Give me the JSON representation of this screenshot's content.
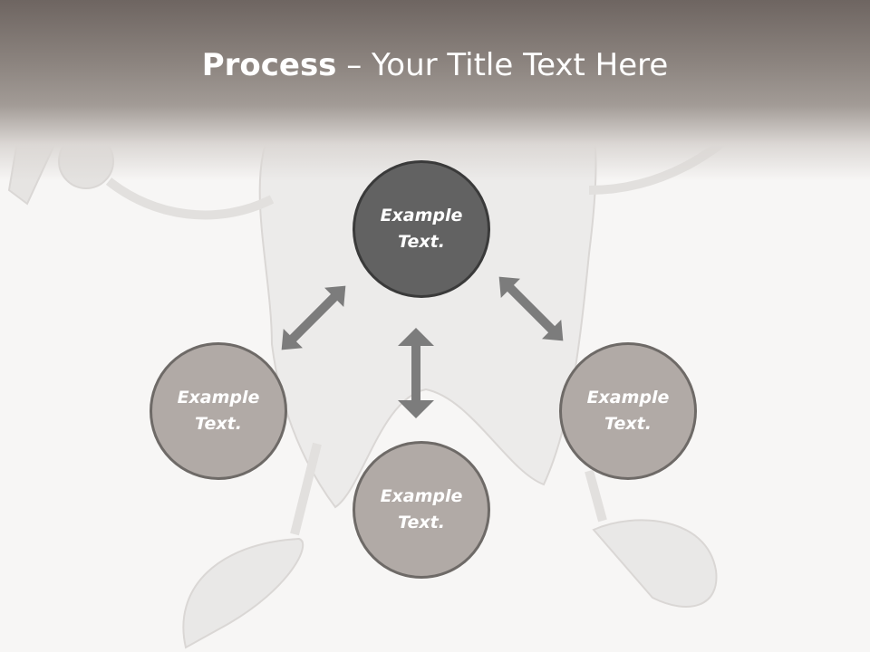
{
  "title": {
    "bold": "Process",
    "rest": " – Your Title Text Here"
  },
  "nodes": [
    {
      "line1": "Example",
      "line2": "Text."
    },
    {
      "line1": "Example",
      "line2": "Text."
    },
    {
      "line1": "Example",
      "line2": "Text."
    },
    {
      "line1": "Example",
      "line2": "Text."
    }
  ],
  "colors": {
    "header": "#8c847f",
    "main_node": "#626262",
    "sub_node": "#b1aaa6",
    "arrow": "#7c7c7c"
  }
}
